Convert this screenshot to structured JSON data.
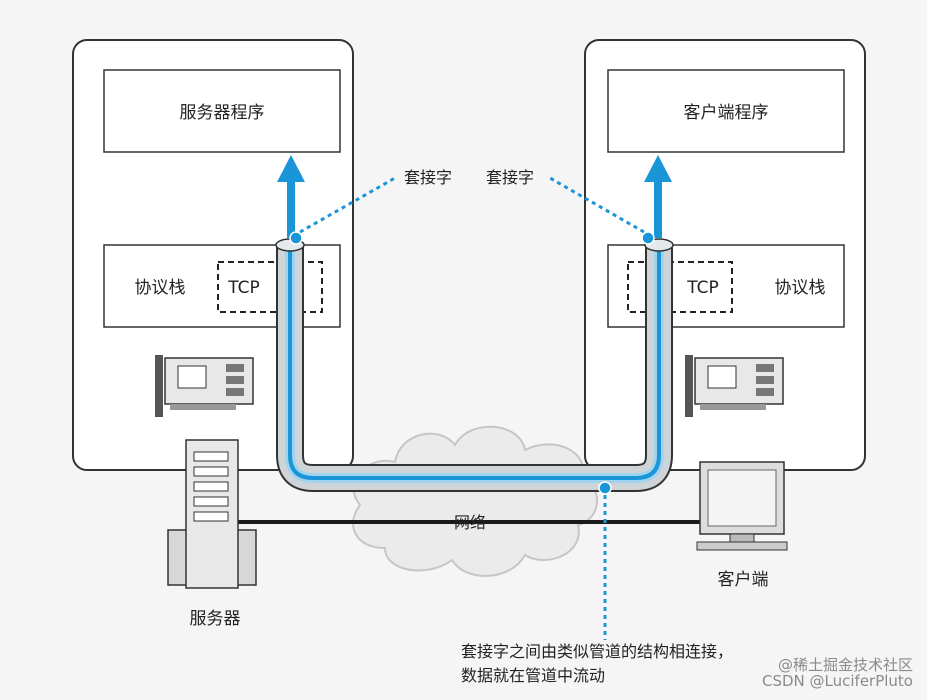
{
  "server": {
    "program_label": "服务器程序",
    "stack_label": "协议栈",
    "tcp_label": "TCP",
    "device_label": "服务器"
  },
  "client": {
    "program_label": "客户端程序",
    "stack_label": "协议栈",
    "tcp_label": "TCP",
    "device_label": "客户端"
  },
  "socket_labels": {
    "left": "套接字",
    "right": "套接字"
  },
  "network_label": "网络",
  "caption": {
    "line1": "套接字之间由类似管道的结构相连接，",
    "line2": "数据就在管道中流动"
  },
  "watermark": {
    "line1": "@稀土掘金技术社区",
    "line2": "CSDN @LuciferPluto"
  },
  "colors": {
    "pipe_blue": "#1a95d8",
    "pipe_light": "#9fd3f0",
    "pipe_gray": "#cfd4d8",
    "box_border": "#333333",
    "dotted": "#1a95d8"
  }
}
